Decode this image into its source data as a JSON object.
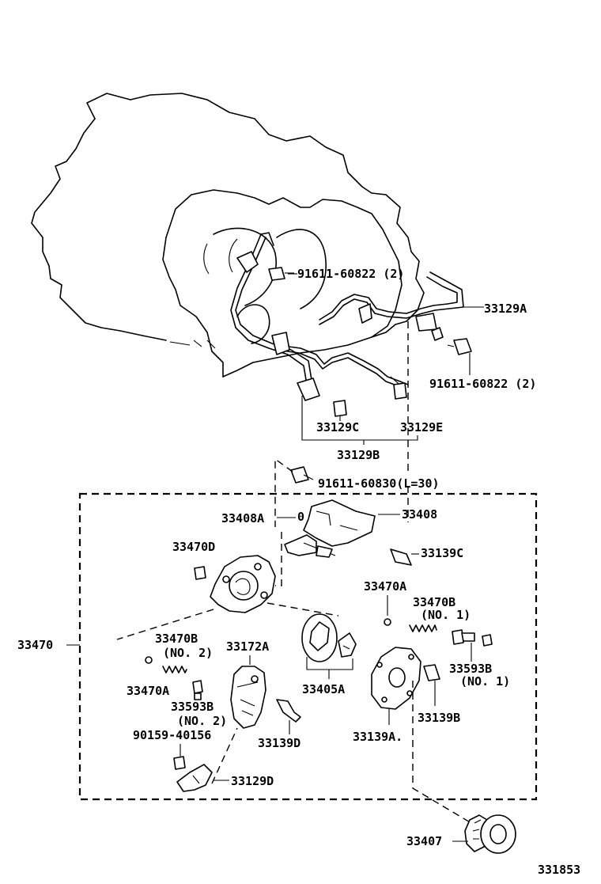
{
  "diagram_id": "331853",
  "labels": {
    "bolt_91611_60822_upper": "91611-60822 (2)",
    "tube_33129A": "33129A",
    "bolt_91611_60822_right": "91611-60822 (2)",
    "part_33129C": "33129C",
    "part_33129E": "33129E",
    "part_33129B": "33129B",
    "bolt_91611_60830": "91611-60830(L=30)",
    "part_33408A": "33408A",
    "part_33408": "33408",
    "part_33470D": "33470D",
    "part_33139C": "33139C",
    "part_33470A_right": "33470A",
    "part_33470B_no1": "33470B",
    "part_33470B_no1_sub": "(NO. 1)",
    "part_33470": "33470",
    "part_33470B_no2": "33470B",
    "part_33470B_no2_sub": "(NO. 2)",
    "part_33172A": "33172A",
    "part_33593B_no1": "33593B",
    "part_33593B_no1_sub": "(NO. 1)",
    "part_33470A_left": "33470A",
    "part_33405A": "33405A",
    "part_33593B_no2": "33593B",
    "part_33593B_no2_sub": "(NO. 2)",
    "part_33139B": "33139B",
    "bolt_90159_40156": "90159-40156",
    "part_33139D": "33139D",
    "part_33139A": "33139A.",
    "part_33129D": "33129D",
    "part_33407": "33407"
  }
}
